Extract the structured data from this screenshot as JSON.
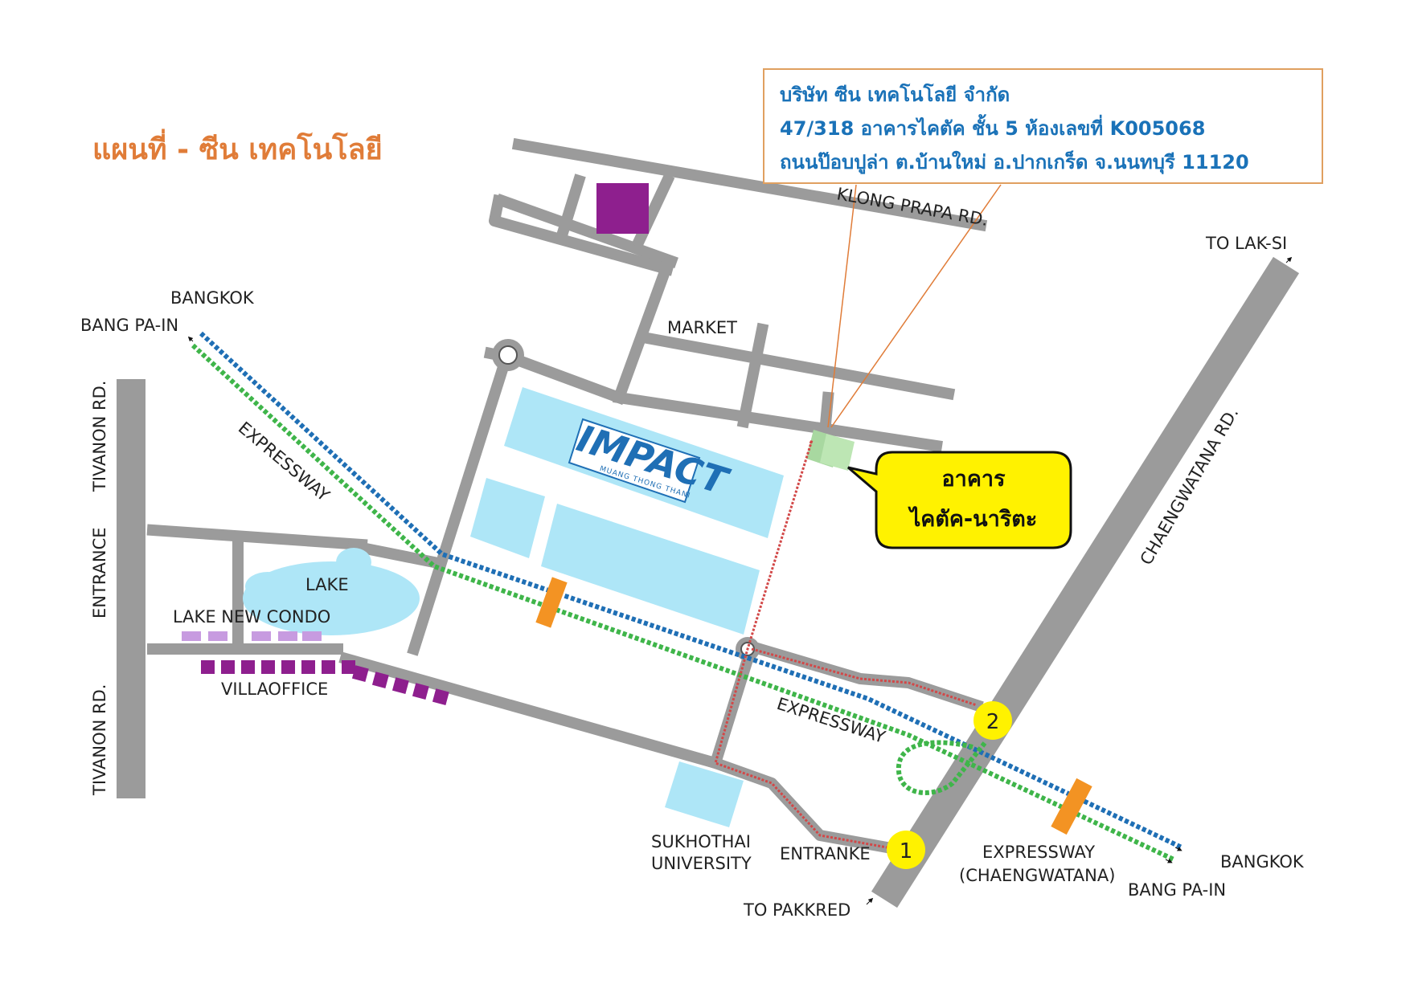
{
  "title": "แผนที่ - ซีน เทคโนโลยี",
  "address": {
    "line1": "บริษัท ซีน เทคโนโลยี จำกัด",
    "line2": "47/318 อาคารไคตัค ชั้น 5 ห้องเลขที่ K005068",
    "line3": "ถนนป๊อบปูล่า  ต.บ้านใหม่  อ.ปากเกร็ด  จ.นนทบุรี 11120"
  },
  "callout": {
    "line1": "อาคาร",
    "line2": "ไคตัค-นาริตะ"
  },
  "logo": {
    "name": "IMPACT",
    "sub": "MUANG THONG THANI"
  },
  "labels": {
    "klong_prapa": "KLONG PRAPA RD.",
    "to_lak_si": "TO LAK-SI",
    "bangkok_nw": "BANGKOK",
    "bang_pa_in_nw": "BANG PA-IN",
    "market": "MARKET",
    "tivanon_top": "TIVANON RD.",
    "entrance_left": "ENTRANCE",
    "tivanon_bottom": "TIVANON RD.",
    "expressway_nw": "EXPRESSWAY",
    "lake": "LAKE",
    "lake_new_condo": "LAKE NEW CONDO",
    "villaoffice": "VILLAOFFICE",
    "chaengwatana": "CHAENGWATANA RD.",
    "expressway_mid": "EXPRESSWAY",
    "sukhothai_1": "SUKHOTHAI",
    "sukhothai_2": "UNIVERSITY",
    "entranke": "ENTRANKE",
    "to_pakkred": "TO PAKKRED",
    "expressway_se_1": "EXPRESSWAY",
    "expressway_se_2": "(CHAENGWATANA)",
    "bangkok_se": "BANGKOK",
    "bang_pa_in_se": "BANG PA-IN"
  },
  "markers": {
    "one": "1",
    "two": "2"
  },
  "colors": {
    "road": "#9b9b9b",
    "building": "#aee6f7",
    "purple_dark": "#8e1f8e",
    "purple_light": "#c79be0",
    "green_dotted": "#3fb54a",
    "blue_dotted": "#1f6fb5",
    "red_route": "#d24848",
    "toll_orange": "#f39323",
    "callout_yellow": "#fff200",
    "title_orange": "#e07c38",
    "address_blue": "#1a72b8"
  },
  "icons": [
    "roundabout-icon",
    "toll-gate-icon",
    "arrow-icon",
    "target-building-icon"
  ]
}
